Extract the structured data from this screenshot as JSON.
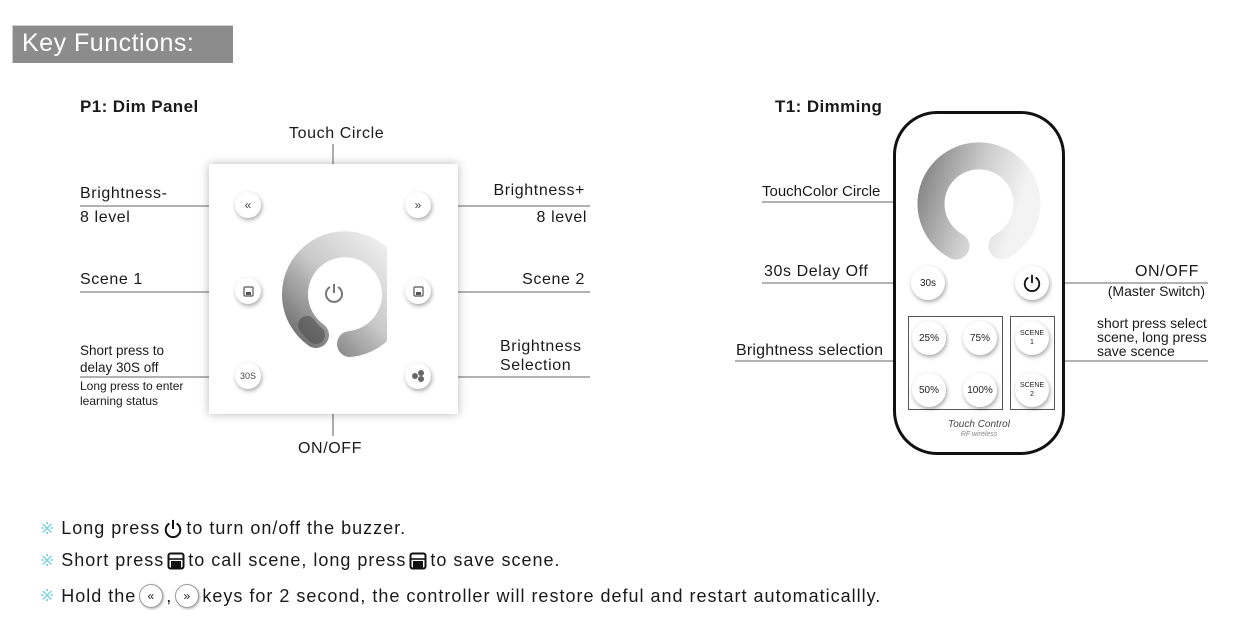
{
  "header": {
    "title": "Key Functions:"
  },
  "p1": {
    "title": "P1: Dim Panel",
    "touch_circle": "Touch Circle",
    "brightness_minus": "Brightness-",
    "brightness_minus_sub": "8 level",
    "brightness_plus": "Brightness+",
    "brightness_plus_sub": "8 level",
    "scene1": "Scene 1",
    "scene2": "Scene 2",
    "short_press_1": "Short press to",
    "short_press_2": "delay 30S off",
    "long_press_1": "Long press to enter",
    "long_press_2": "learning status",
    "brightness_sel_1": "Brightness",
    "brightness_sel_2": "Selection",
    "onoff": "ON/OFF",
    "btn_30s": "30S"
  },
  "t1": {
    "title": "T1: Dimming",
    "touch_color_circle": "TouchColor Circle",
    "delay_off": "30s Delay Off",
    "onoff": "ON/OFF",
    "master_switch": "(Master Switch)",
    "brightness_selection": "Brightness selection",
    "scene_note_1": "short press select",
    "scene_note_2": "scene, long press",
    "scene_note_3": "save scence",
    "btn_30s": "30s",
    "btn_25": "25%",
    "btn_75": "75%",
    "btn_50": "50%",
    "btn_100": "100%",
    "scene1_a": "SCENE",
    "scene1_b": "1",
    "scene2_a": "SCENE",
    "scene2_b": "2",
    "brand_1": "Touch Control",
    "brand_2": "RF wireless"
  },
  "notes": {
    "mark": "※",
    "n1_a": "Long press",
    "n1_b": "to turn on/off the buzzer.",
    "n2_a": "Short press",
    "n2_b": "to call scene, long press",
    "n2_c": "to save scene.",
    "n3_a": "Hold the",
    "n3_sep": ",",
    "n3_b": "keys for 2 second, the controller will restore deful and restart automaticallly."
  },
  "colors": {
    "header_bg": "#8c8c8c",
    "note_mark": "#7bd3dc"
  }
}
